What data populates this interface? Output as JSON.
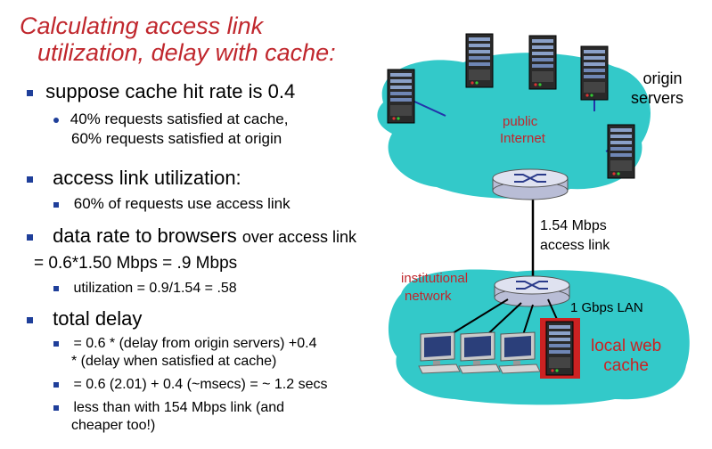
{
  "title": {
    "line1": "Calculating access link",
    "line2": "utilization, delay with cache:"
  },
  "bullets": {
    "b1": "suppose cache hit rate is 0.4",
    "b1_sub1": "40% requests satisfied at cache,",
    "b1_sub2": "60% requests satisfied at origin",
    "b2": "access link utilization:",
    "b2_sub1": "60% of requests use access link",
    "b3_main": "data rate to browsers",
    "b3_tail": "over access link",
    "b3_eq": "= 0.6*1.50 Mbps = .9 Mbps",
    "b3_sub1": "utilization = 0.9/1.54 = .58",
    "b4": "total delay",
    "b4_sub1a": "= 0.6 * (delay from origin servers) +0.4",
    "b4_sub1b": "* (delay when satisfied at cache)",
    "b4_sub2": "= 0.6 (2.01) + 0.4 (~msecs) = ~ 1.2 secs",
    "b4_sub3a": "less than with 154 Mbps link (and",
    "b4_sub3b": "cheaper too!)"
  },
  "diagram": {
    "origin_label1": "origin",
    "origin_label2": "servers",
    "internet_label1": "public",
    "internet_label2": "Internet",
    "access_link1": "1.54 Mbps",
    "access_link2": "access link",
    "inst_label1": "institutional",
    "inst_label2": "network",
    "lan_label": "1 Gbps LAN",
    "cache_label1": "local web",
    "cache_label2": "cache"
  },
  "colors": {
    "title_red": "#c0272d",
    "bullet_blue": "#1f3f9a",
    "cloud_teal": "#33c9c9",
    "cache_red": "#cc2222"
  }
}
